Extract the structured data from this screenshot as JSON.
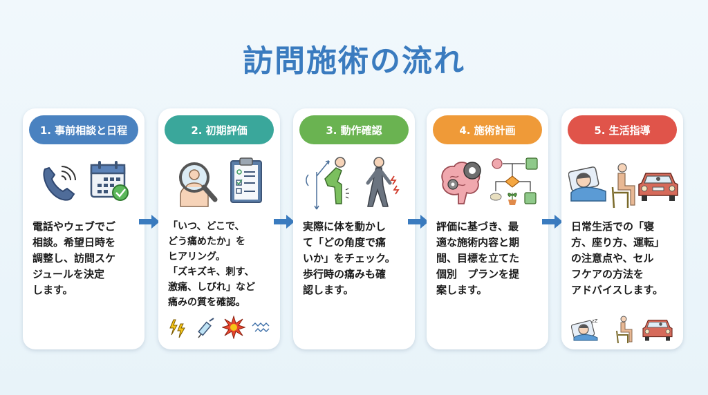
{
  "title": "訪問施術の流れ",
  "colors": {
    "title": "#3a7bbf",
    "arrow": "#3a7bbf",
    "step1": "#4a82c0",
    "step2": "#3aa79b",
    "step3": "#6ab351",
    "step4": "#ef9a38",
    "step5": "#e0544a"
  },
  "steps": [
    {
      "label": "1. 事前相談と日程",
      "icons": [
        "phone-icon",
        "calendar-check-icon"
      ],
      "description": "電話やウェブでご\n相談。希望日時を\n調整し、訪問スケ\nジュールを決定\nします。"
    },
    {
      "label": "2. 初期評価",
      "icons": [
        "magnifier-person-icon",
        "clipboard-checklist-icon"
      ],
      "description": "「いつ、どこで、\nどう痛めたか」を\nヒアリング。\n「ズキズキ、刺す、\n激痛、しびれ」など\n痛みの質を確認。",
      "pain_icons": [
        "lightning-pain-icon",
        "needle-pain-icon",
        "burst-pain-icon",
        "numbness-wave-icon"
      ]
    },
    {
      "label": "3. 動作確認",
      "icons": [
        "bending-range-of-motion-icon",
        "walking-pain-icon"
      ],
      "description": "実際に体を動かし\nて「どの角度で痛\nいか」をチェック。\n歩行時の痛みも確\n認します。"
    },
    {
      "label": "4. 施術計画",
      "icons": [
        "brain-gear-icon",
        "treatment-flowchart-icon"
      ],
      "description": "評価に基づき、最\n適な施術内容と期\n間、目標を立てた\n個別　プランを提\n案します。"
    },
    {
      "label": "5. 生活指導",
      "icons": [
        "sleeping-person-icon",
        "sitting-person-icon",
        "car-driving-icon"
      ],
      "description": "日常生活での「寝\n方、座り方、運転」\nの注意点や、セル\nフケアの方法を\nアドバイスします。",
      "bottom_icons": [
        "sleeping-zzz-icon",
        "sitting-person-icon",
        "car-driving-icon"
      ]
    }
  ]
}
